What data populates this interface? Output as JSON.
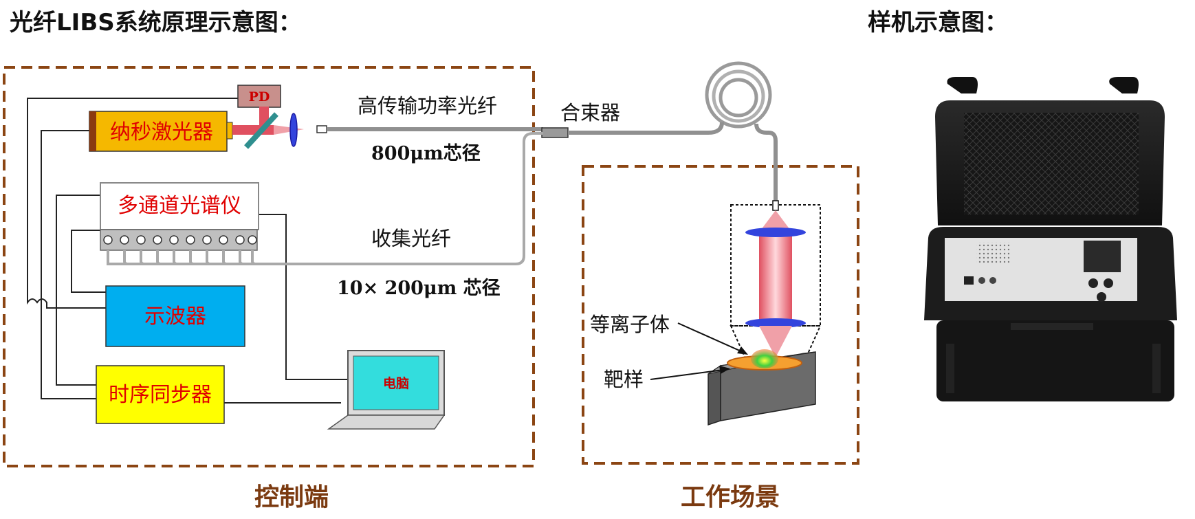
{
  "titles": {
    "left": "光纤LIBS系统原理示意图：",
    "right": "样机示意图："
  },
  "sections": {
    "control": "控制端",
    "work": "工作场景"
  },
  "components": {
    "pd": "PD",
    "laser": "纳秒激光器",
    "spectrometer": "多通道光谱仪",
    "oscilloscope": "示波器",
    "timing": "时序同步器",
    "computer": "电脑"
  },
  "labels": {
    "high_power_fiber": "高传输功率光纤",
    "core_800": "800μm芯径",
    "combiner": "合束器",
    "collect_fiber": "收集光纤",
    "core_10x200": "10× 200μm 芯径",
    "plasma": "等离子体",
    "target": "靶样"
  },
  "colors": {
    "laser_box": "#f5b800",
    "oscilloscope_box": "#00aeef",
    "timing_box": "#ffff00",
    "pd_box": "#c8908c",
    "dashed_border": "#8b4513",
    "section_text": "#7b3a10"
  },
  "icons": {
    "photo": "prototype-case-photo"
  }
}
